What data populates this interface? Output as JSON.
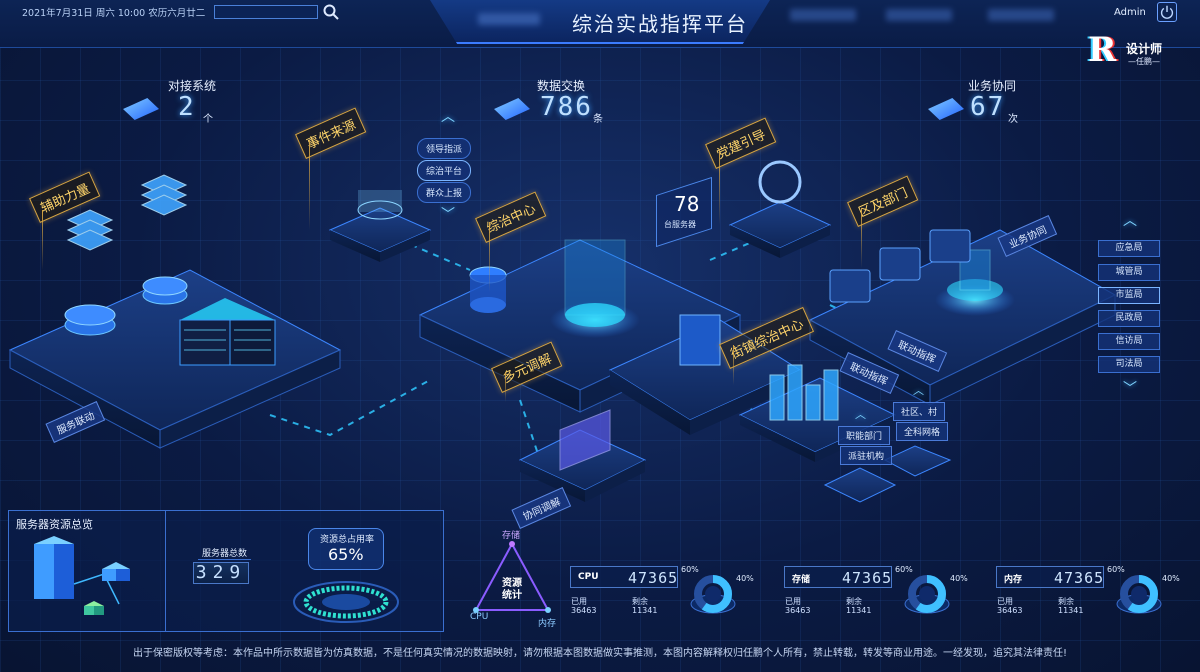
{
  "header": {
    "date": "2021年7月31日  周六  10:00   农历六月廿二",
    "title": "综治实战指挥平台",
    "user": "Admin"
  },
  "logo": {
    "letter": "R",
    "text": "设计师",
    "sub": "—任鹏—"
  },
  "stats": [
    {
      "label": "对接系统",
      "value": "2",
      "unit": "个"
    },
    {
      "label": "数据交换",
      "value": "786",
      "unit": "条"
    },
    {
      "label": "业务协同",
      "value": "67",
      "unit": "次"
    }
  ],
  "tags": {
    "support": "辅助力量",
    "event_source": "事件来源",
    "center": "综治中心",
    "party": "党建引导",
    "district": "区及部门",
    "street": "街镇综治中心",
    "mediation": "多元调解",
    "coop_mediation": "协同调解",
    "service_link": "服务联动"
  },
  "event_sources": [
    "领导指派",
    "综治平台",
    "群众上报"
  ],
  "servers": {
    "value": "78",
    "label": "台服务器"
  },
  "right_departments": [
    "应急局",
    "城管局",
    "市监局",
    "民政局",
    "信访局",
    "司法局"
  ],
  "nodes": {
    "business_coop": "业务协同",
    "link_cmd_1": "联动指挥",
    "link_cmd_2": "联动指挥",
    "community": "社区、村",
    "grid": "全科网格",
    "func_dept": "职能部门",
    "station": "派驻机构"
  },
  "resource_panel": {
    "title": "服务器资源总览",
    "total_label": "服务器总数",
    "total_value": "329",
    "usage_label": "资源总占用率",
    "usage_value": "65%"
  },
  "triangle": {
    "center_1": "资源",
    "center_2": "统计",
    "top": "存储",
    "left": "CPU",
    "right": "内存"
  },
  "metrics": [
    {
      "name": "CPU",
      "value": "47365",
      "used_label": "已用",
      "used": "36463",
      "left_label": "剩余",
      "left": "11341",
      "p1": "60%",
      "p2": "40%",
      "usage": 0.6
    },
    {
      "name": "存储",
      "value": "47365",
      "used_label": "已用",
      "used": "36463",
      "left_label": "剩余",
      "left": "11341",
      "p1": "60%",
      "p2": "40%",
      "usage": 0.6
    },
    {
      "name": "内存",
      "value": "47365",
      "used_label": "已用",
      "used": "36463",
      "left_label": "剩余",
      "left": "11341",
      "p1": "60%",
      "p2": "40%",
      "usage": 0.6
    }
  ],
  "footer": "出于保密版权等考虑：本作品中所示数据皆为仿真数据，不是任何真实情况的数据映射，请勿根据本图数据做实事推测，本图内容解释权归任鹏个人所有，禁止转载，转发等商业用途。一经发现，追究其法律责任!",
  "colors": {
    "accent": "#3b7cff",
    "tag": "#ffd56a",
    "glow": "#3fe0ff"
  }
}
